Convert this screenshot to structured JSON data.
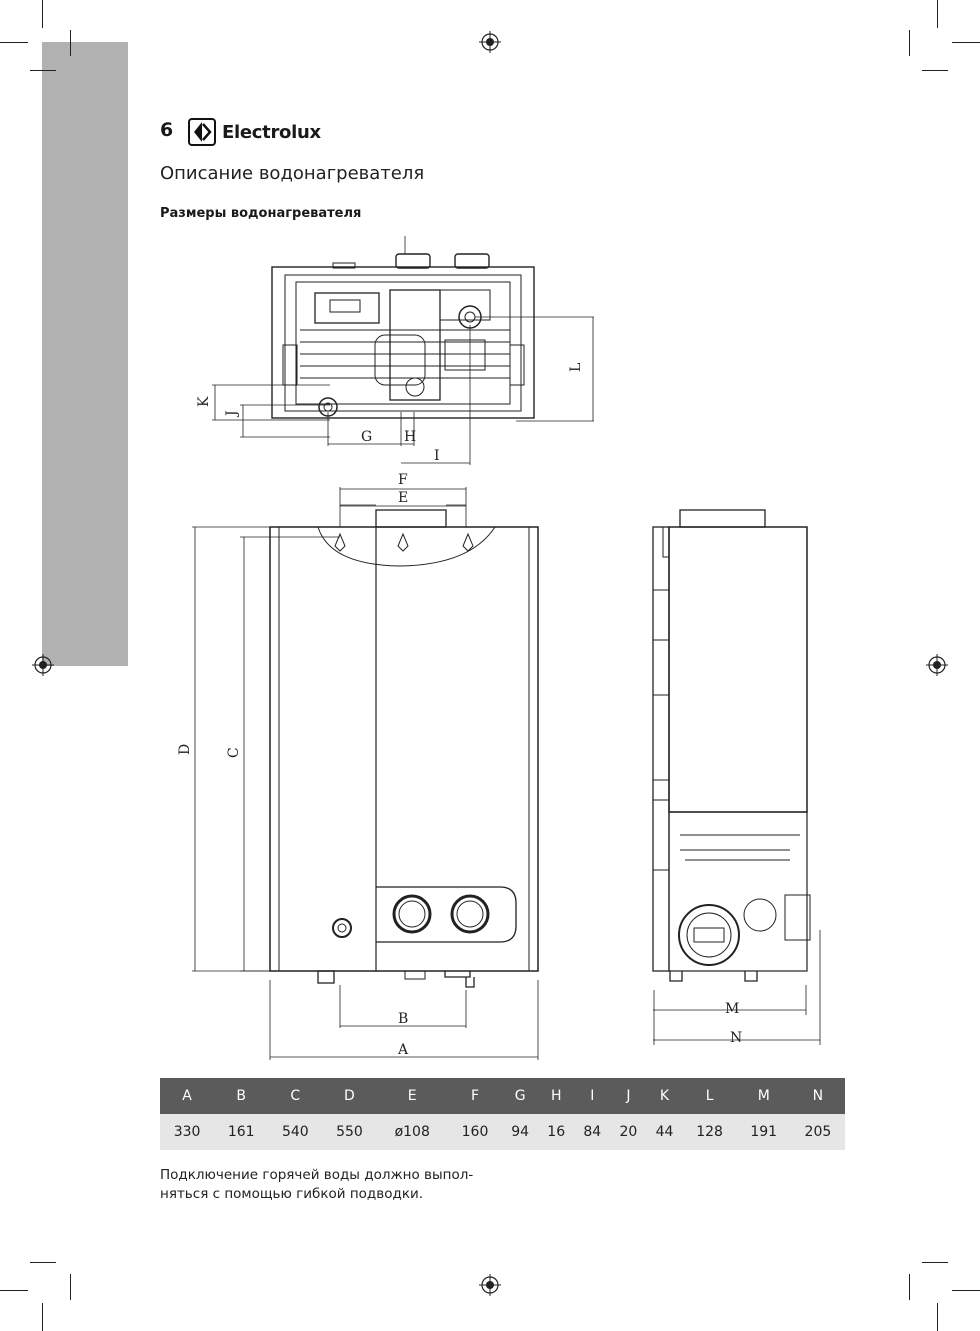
{
  "page": {
    "number": "6",
    "brand": "Electrolux",
    "title": "Описание водонагревателя",
    "subtitle": "Размеры водонагревателя"
  },
  "dimension_labels": {
    "a": "A",
    "b": "B",
    "c": "C",
    "d": "D",
    "e": "E",
    "f": "F",
    "g": "G",
    "h": "H",
    "i": "I",
    "j": "J",
    "k": "K",
    "l": "L",
    "m": "M",
    "n": "N"
  },
  "table": {
    "headers": [
      "A",
      "B",
      "C",
      "D",
      "E",
      "F",
      "G",
      "H",
      "I",
      "J",
      "K",
      "L",
      "M",
      "N"
    ],
    "values": [
      "330",
      "161",
      "540",
      "550",
      "ø108",
      "160",
      "94",
      "16",
      "84",
      "20",
      "44",
      "128",
      "191",
      "205"
    ]
  },
  "note": {
    "line1": "Подключение горячей воды должно выпол-",
    "line2": "няться с помощью гибкой подводки."
  },
  "colors": {
    "sidebar": "#b1b1b1",
    "table_header": "#5b5b5b",
    "table_row": "#e6e6e6"
  }
}
